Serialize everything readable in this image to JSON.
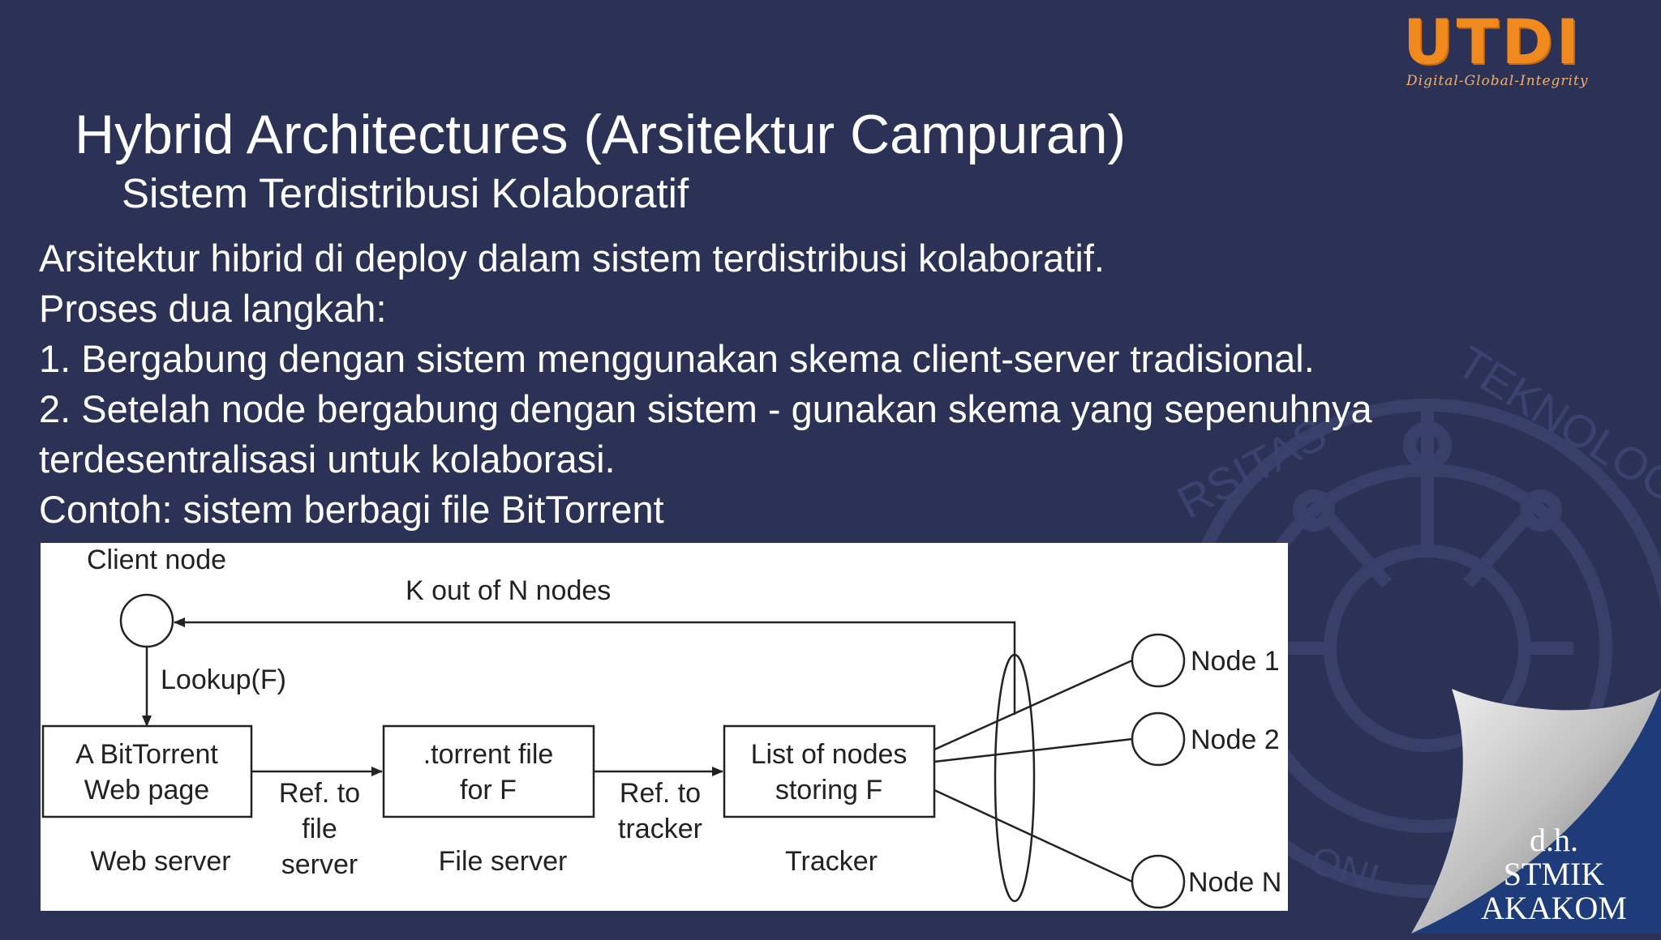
{
  "logo": {
    "main": "UTDI",
    "tagline": "Digital-Global-Integrity"
  },
  "slide": {
    "title": "Hybrid Architectures (Arsitektur Campuran)",
    "subtitle": "Sistem Terdistribusi Kolaboratif",
    "body": [
      "Arsitektur hibrid di deploy dalam sistem terdistribusi kolaboratif.",
      "Proses dua langkah:",
      "1. Bergabung dengan sistem menggunakan skema client-server tradisional.",
      "2. Setelah node bergabung dengan sistem - gunakan skema yang sepenuhnya",
      "terdesentralisasi untuk kolaborasi.",
      "Contoh: sistem berbagi file BitTorrent"
    ]
  },
  "diagram": {
    "client_node": "Client node",
    "k_out_of_n": "K out of N nodes",
    "lookup": "Lookup(F)",
    "box1": [
      "A  BitTorrent",
      "Web page"
    ],
    "box2": [
      ".torrent file",
      "for F"
    ],
    "box3": [
      "List of nodes",
      "storing F"
    ],
    "ref_file": [
      "Ref. to",
      "file",
      "server"
    ],
    "ref_tracker": [
      "Ref. to",
      "tracker"
    ],
    "web_server": "Web server",
    "file_server": "File server",
    "tracker": "Tracker",
    "nodes": [
      "Node 1",
      "Node 2",
      "Node N"
    ]
  },
  "watermark": {
    "text_left": "RSITAS",
    "text_right": "TEKNOLOGI",
    "text_bottom": "ONI"
  },
  "corner": {
    "lines": [
      "d.h.",
      "STMIK",
      "AKAKOM"
    ]
  },
  "colors": {
    "background": "#2b3256",
    "logo_orange": "#f08a1e",
    "corner_blue": "#1f3c7a"
  }
}
